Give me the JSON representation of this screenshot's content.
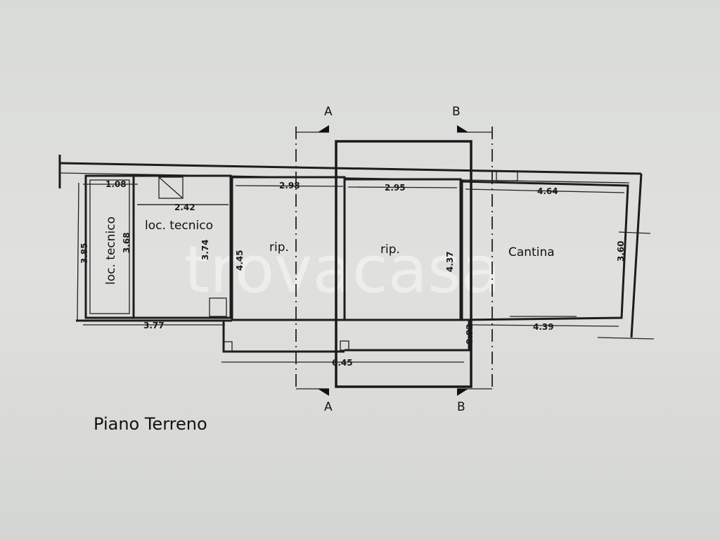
{
  "plan": {
    "title": "Piano Terreno",
    "watermark": "trovacasa",
    "section_labels": {
      "a": "A",
      "b": "B"
    },
    "rooms": [
      {
        "label": "loc. tecnico",
        "width": "1.08",
        "depth": "3.68"
      },
      {
        "label": "loc. tecnico",
        "width": "2.42",
        "depth": "3.74"
      },
      {
        "label": "rip.",
        "width": "2.98",
        "depth": "4.45"
      },
      {
        "label": "rip.",
        "width": "2.95",
        "depth": "4.37"
      },
      {
        "label": "Cantina",
        "width": "4.64",
        "depth": "3.60",
        "bottom_width": "4.39"
      }
    ],
    "dimensions": {
      "left_overall_depth": "3.85",
      "tecnico_bottom_width": "3.77",
      "rip_overall_width": "6.45",
      "step_depth": "0.82"
    }
  }
}
